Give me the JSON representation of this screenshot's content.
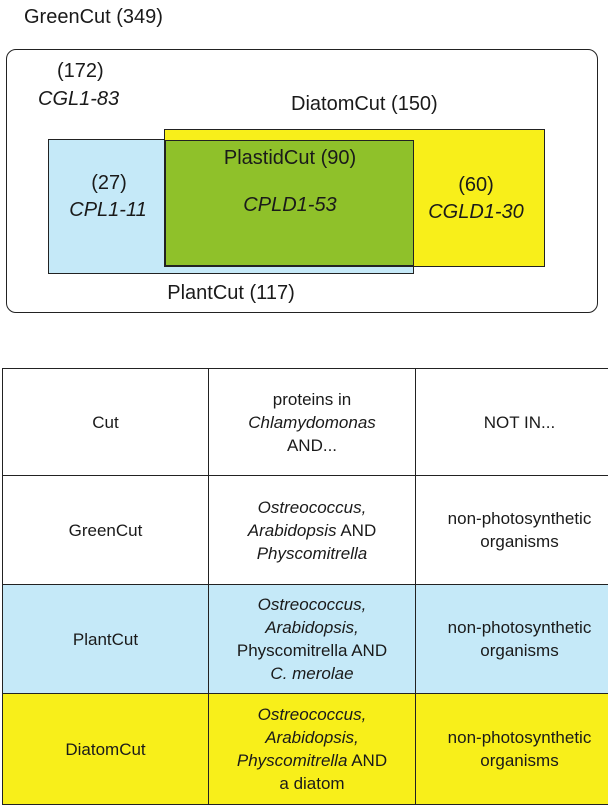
{
  "venn": {
    "greencut": {
      "label": "GreenCut (349)",
      "count": "(172)",
      "genes": "CGL1-83"
    },
    "diatomcut": {
      "label": "DiatomCut (150)",
      "count": "(60)",
      "genes": "CGLD1-30"
    },
    "plantcut": {
      "label": "PlantCut (117)",
      "count": "(27)",
      "genes": "CPL1-11"
    },
    "plastidcut": {
      "label": "PlastidCut (90)",
      "genes": "CPLD1-53"
    },
    "colors": {
      "plantcut": "#c5e9f8",
      "diatomcut": "#f8ef1a",
      "plastidcut": "#8fc12a"
    }
  },
  "table": {
    "header": {
      "cut": "Cut",
      "proteins": [
        "proteins in",
        "Chlamydomonas",
        "AND..."
      ],
      "not_in": "NOT IN..."
    },
    "rows": [
      {
        "cut": "GreenCut",
        "proteins": [
          "Ostreococcus,",
          "Arabidopsis",
          " AND",
          "Physcomitrella"
        ],
        "not_in": [
          "non-photosynthetic",
          "organisms"
        ]
      },
      {
        "cut": "PlantCut",
        "proteins": [
          "Ostreococcus,",
          "Arabidopsis,",
          "Physcomitrella AND",
          "C. merolae"
        ],
        "not_in": [
          "non-photosynthetic",
          "organisms"
        ]
      },
      {
        "cut": "DiatomCut",
        "proteins": [
          "Ostreococcus,",
          "Arabidopsis,",
          "Physcomitrella",
          " AND",
          "a diatom"
        ],
        "not_in": [
          "non-photosynthetic",
          "organisms"
        ]
      }
    ]
  }
}
